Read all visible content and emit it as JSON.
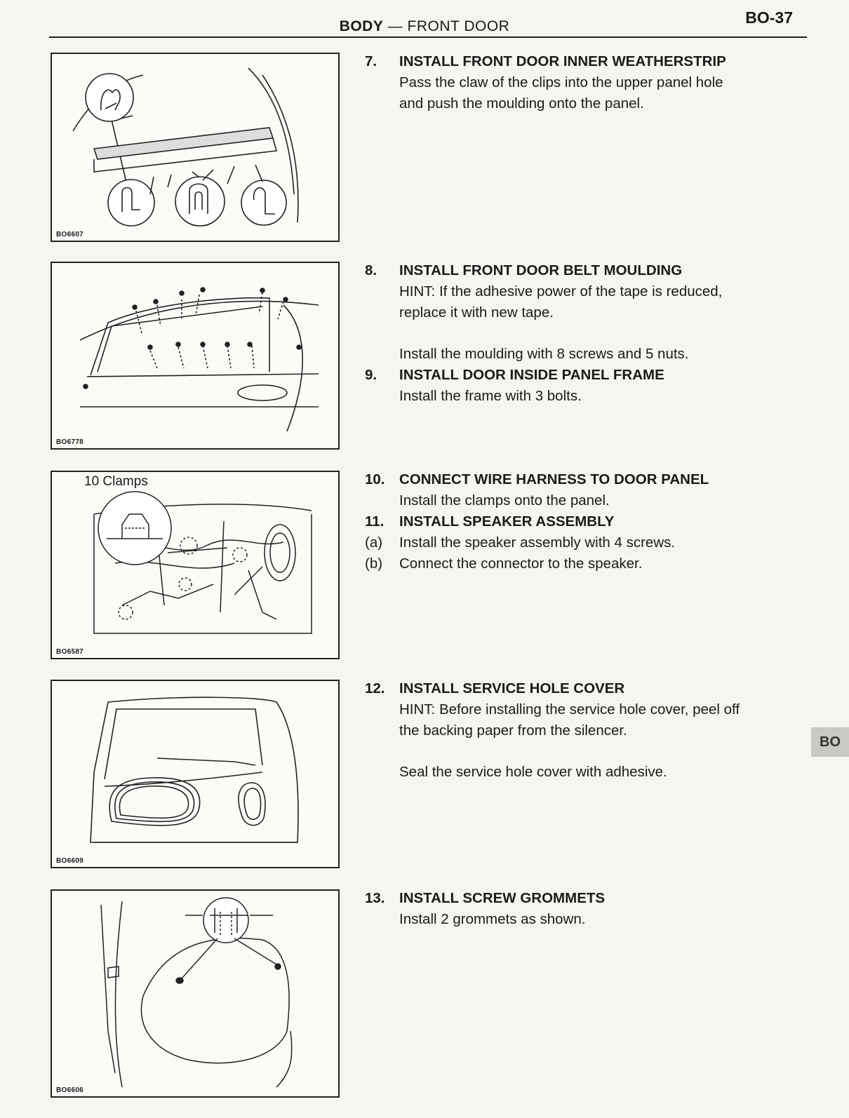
{
  "header": {
    "section": "BODY",
    "separator": "—",
    "subsection": "FRONT DOOR",
    "page_number": "BO-37"
  },
  "side_tab": "BO",
  "figures": [
    {
      "code": "BO6607",
      "label": ""
    },
    {
      "code": "BO6778",
      "label": ""
    },
    {
      "code": "BO6587",
      "label": "10 Clamps"
    },
    {
      "code": "BO6609",
      "label": ""
    },
    {
      "code": "BO6606",
      "label": ""
    }
  ],
  "steps": {
    "s7": {
      "num": "7.",
      "title": "INSTALL FRONT DOOR INNER WEATHERSTRIP",
      "lines": [
        "Pass the claw of the clips into the upper panel hole",
        "and push the moulding onto the panel."
      ]
    },
    "s8": {
      "num": "8.",
      "title": "INSTALL FRONT DOOR BELT MOULDING",
      "lines": [
        "HINT: If the adhesive power of the tape is reduced,",
        "replace it with new tape."
      ],
      "extra": "Install the moulding with 8 screws and 5 nuts."
    },
    "s9": {
      "num": "9.",
      "title": "INSTALL DOOR INSIDE PANEL FRAME",
      "lines": [
        "Install the frame with 3 bolts."
      ]
    },
    "s10": {
      "num": "10.",
      "title": "CONNECT WIRE HARNESS TO DOOR PANEL",
      "lines": [
        "Install the clamps onto the panel."
      ]
    },
    "s11": {
      "num": "11.",
      "title": "INSTALL SPEAKER ASSEMBLY",
      "subs": [
        {
          "num": "(a)",
          "text": "Install the speaker assembly with 4 screws."
        },
        {
          "num": "(b)",
          "text": "Connect the connector to the speaker."
        }
      ]
    },
    "s12": {
      "num": "12.",
      "title": "INSTALL SERVICE HOLE COVER",
      "lines": [
        "HINT: Before installing the service hole cover, peel off",
        "the backing paper from the silencer."
      ],
      "extra": "Seal the service hole cover with adhesive."
    },
    "s13": {
      "num": "13.",
      "title": "INSTALL SCREW GROMMETS",
      "lines": [
        "Install 2 grommets as shown."
      ]
    }
  }
}
